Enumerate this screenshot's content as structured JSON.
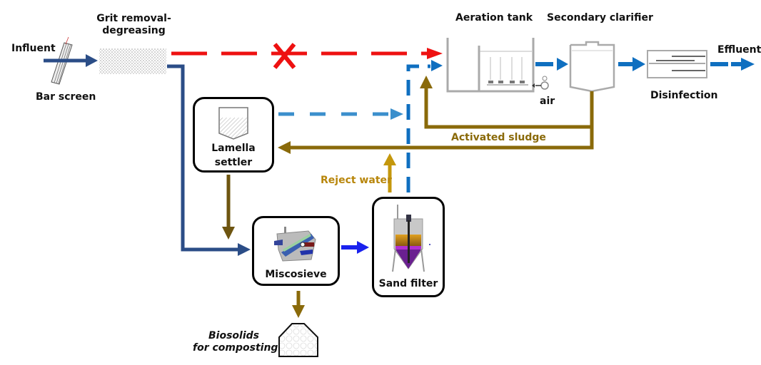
{
  "title": "Wastewater treatment process flow",
  "colors": {
    "main_flow": "#2b4d87",
    "treated_flow": "#0f6fc0",
    "bypass": "#ee1111",
    "sludge": "#8a6a0a",
    "reject_water": "#c4970c",
    "sieve_to_filter": "#1a22ee",
    "lamella_overflow": "#3b8fcc"
  },
  "labels": {
    "influent": "Influent",
    "bar_screen": "Bar screen",
    "grit_removal_line1": "Grit removal-",
    "grit_removal_line2": "degreasing",
    "aeration_tank": "Aeration tank",
    "secondary_clarifier": "Secondary clarifier",
    "effluent": "Effluent",
    "disinfection": "Disinfection",
    "air": "air",
    "activated_sludge": "Activated sludge",
    "reject_water": "Reject water",
    "lamella_line1": "Lamella",
    "lamella_line2": "settler",
    "miscosieve": "Miscosieve",
    "sand_filter": "Sand filter",
    "biosolids_line1": "Biosolids",
    "biosolids_line2": "for composting"
  },
  "flows": [
    {
      "from": "influent",
      "to": "grit-removal",
      "type": "main_flow"
    },
    {
      "from": "grit-removal",
      "to": "aeration-tank",
      "type": "bypass",
      "status": "blocked"
    },
    {
      "from": "grit-removal",
      "to": "miscosieve",
      "type": "main_flow"
    },
    {
      "from": "lamella-settler",
      "to": "treated-line",
      "type": "lamella_overflow"
    },
    {
      "from": "lamella-settler",
      "to": "miscosieve",
      "type": "sludge"
    },
    {
      "from": "miscosieve",
      "to": "sand-filter",
      "type": "sieve_to_filter"
    },
    {
      "from": "miscosieve",
      "to": "biosolids",
      "type": "sludge"
    },
    {
      "from": "sand-filter",
      "to": "aeration-tank",
      "type": "treated_flow"
    },
    {
      "from": "sand-filter",
      "to": "activated-sludge-line",
      "type": "reject_water"
    },
    {
      "from": "aeration-tank",
      "to": "secondary-clarifier",
      "type": "treated_flow"
    },
    {
      "from": "secondary-clarifier",
      "to": "disinfection",
      "type": "treated_flow"
    },
    {
      "from": "disinfection",
      "to": "effluent",
      "type": "treated_flow"
    },
    {
      "from": "secondary-clarifier",
      "to": "aeration-tank",
      "type": "sludge"
    },
    {
      "from": "secondary-clarifier",
      "to": "lamella-settler",
      "type": "sludge"
    }
  ]
}
